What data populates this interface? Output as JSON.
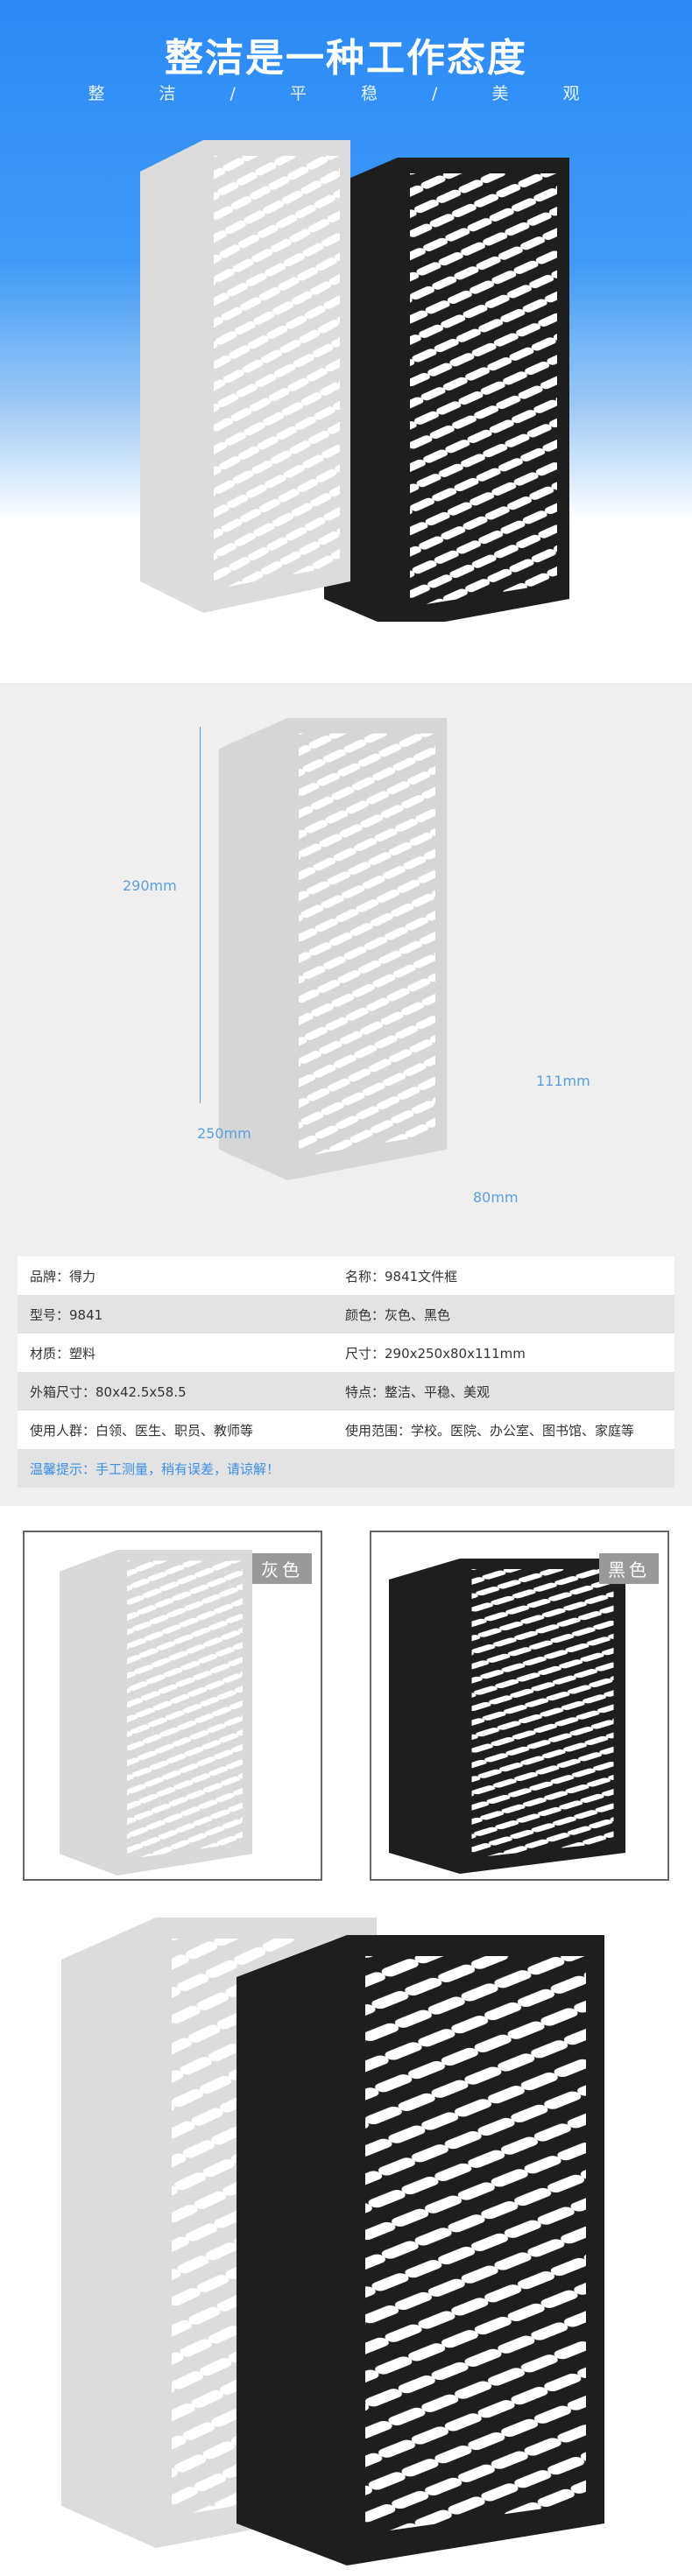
{
  "hero": {
    "title": "整洁是一种工作态度",
    "subtitle": "整 洁 / 平 稳 / 美 观"
  },
  "dimensions": {
    "height": "290mm",
    "length": "250mm",
    "front_height": "111mm",
    "width": "80mm"
  },
  "specs": [
    [
      "品牌：得力",
      "名称：9841文件框"
    ],
    [
      "型号：9841",
      "颜色：灰色、黑色"
    ],
    [
      "材质：塑料",
      "尺寸：290x250x80x111mm"
    ],
    [
      "外箱尺寸：80x42.5x58.5",
      "特点：整洁、平稳、美观"
    ],
    [
      "使用人群：白领、医生、职员、教师等",
      "使用范围：学校。医院、办公室、图书馆、家庭等"
    ]
  ],
  "tip": "温馨提示：手工测量，稍有误差，请谅解！",
  "colors": {
    "gray_label": "灰色",
    "black_label": "黑色"
  },
  "palette": {
    "blue": "#2b8af5",
    "gray_box": "#d9d9d9",
    "black_box": "#1e1e1e"
  }
}
